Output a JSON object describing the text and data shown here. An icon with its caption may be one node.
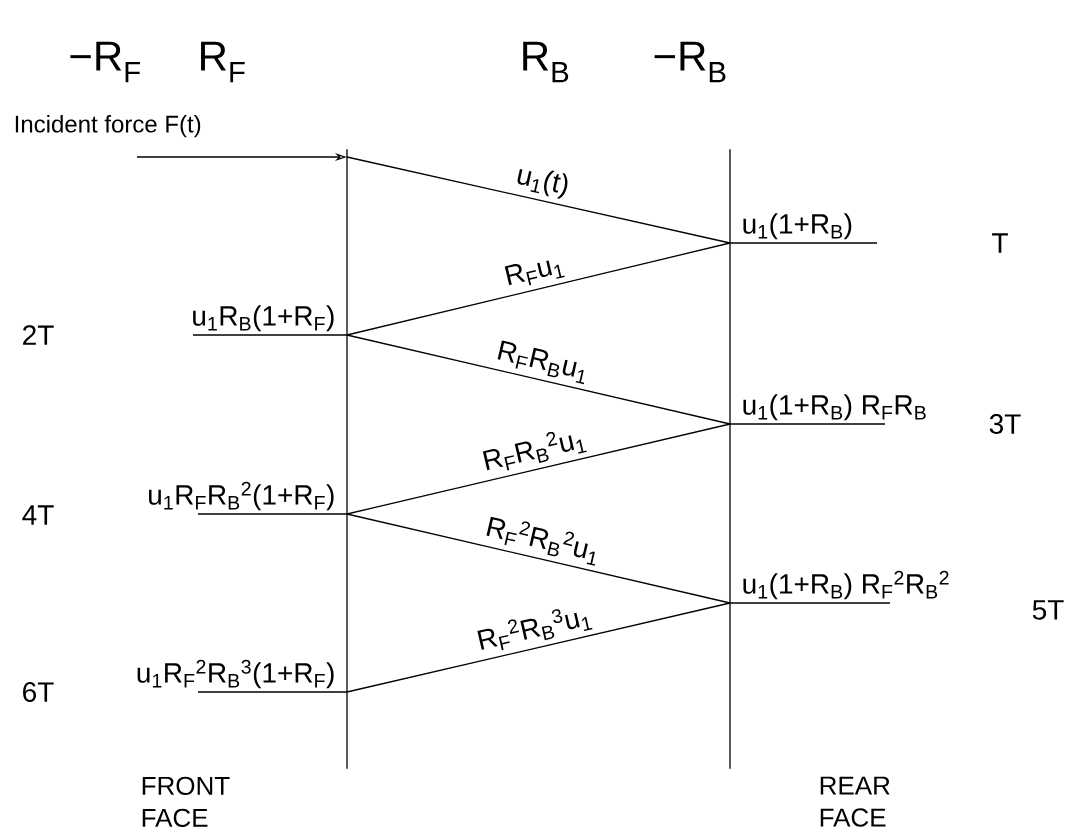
{
  "diagram": {
    "nodes": [
      {
        "text": [
          "FRONT FACE"
        ]
      },
      {
        "text": [
          "REAR FACE"
        ]
      }
    ],
    "edges": [
      {
        "from": null,
        "to": 0,
        "arrow": "to",
        "label": "Incident force F(t)"
      },
      {
        "from": 0,
        "to": 1,
        "arrow": "none",
        "label": "u$_{1}$(t)"
      },
      {
        "from": 1,
        "to": 0,
        "arrow": "none",
        "label": "R$_{F}$u$_{1}$"
      },
      {
        "from": 0,
        "to": 1,
        "arrow": "none",
        "label": "R$_{F}$R$_{B}$u$_{1}$"
      },
      {
        "from": 1,
        "to": 0,
        "arrow": "none",
        "label": "R$_{F}$R$_{B}$$^{2}$u$_{1}$"
      },
      {
        "from": 0,
        "to": 1,
        "arrow": "none",
        "label": "R$_{F}$$^{2}$R$_{B}$$^{2}$u$_{1}$"
      },
      {
        "from": 1,
        "to": 0,
        "arrow": "none",
        "label": "R$_{F}$$^{2}$R$_{B}$$^{3}$u$_{1}$"
      },
      {
        "from": 1,
        "to": null,
        "arrow": "none",
        "label": "u$_{1}$(1+R$_{B}$)"
      },
      {
        "from": 0,
        "to": null,
        "arrow": "none",
        "label": "u$_{1}$R$_{B}$(1+R$_{F}$)"
      },
      {
        "from": 1,
        "to": null,
        "arrow": "none",
        "label": "u$_{1}$(1+R$_{B}$) R$_{F}$R$_{B}$"
      },
      {
        "from": 0,
        "to": null,
        "arrow": "none",
        "label": "u$_{1}$R$_{F}$R$_{B}$$^{2}$(1+R$_{F}$)"
      },
      {
        "from": 1,
        "to": null,
        "arrow": "none",
        "label": "u$_{1}$(1+R$_{B}$) R$_{F}$$^{2}$R$_{B}$$^{2}$"
      },
      {
        "from": 0,
        "to": null,
        "arrow": "none",
        "label": "u$_{1}$R$_{F}$$^{2}$R$_{B}$$^{3}$(1+R$_{F}$)"
      }
    ],
    "labels": [
      "−R$_{F}$",
      "R$_{F}$",
      "R$_{B}$",
      "−R$_{B}$",
      "T",
      "2T",
      "3T",
      "4T",
      "5T",
      "6T"
    ]
  }
}
